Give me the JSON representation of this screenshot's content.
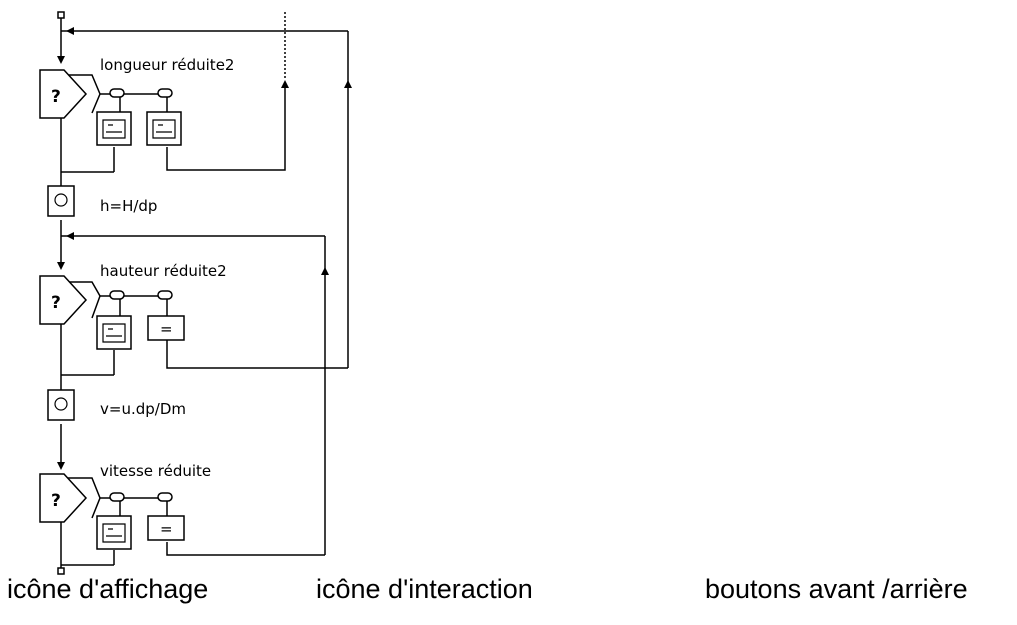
{
  "flowchart": {
    "decisions": [
      {
        "label": "longueur réduite2",
        "buttons": [
          "display-icon",
          "display-icon"
        ]
      },
      {
        "label": "hauteur réduite2",
        "buttons": [
          "display-icon",
          "equals-button"
        ]
      },
      {
        "label": "vitesse réduite",
        "buttons": [
          "display-icon",
          "equals-button"
        ]
      }
    ],
    "calculations": [
      {
        "label": "h=H/dp"
      },
      {
        "label": "v=u.dp/Dm"
      }
    ],
    "decision_mark": "?",
    "equals_mark": "="
  },
  "captions": {
    "display_icon": "icône d'affichage",
    "interaction_icon": "icône d'interaction",
    "nav_buttons": "boutons avant /arrière"
  }
}
